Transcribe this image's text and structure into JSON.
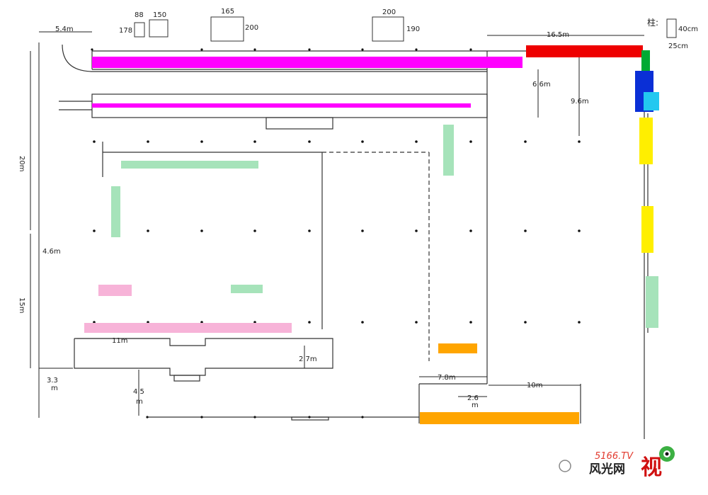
{
  "dimensions": {
    "top_left": "5.4m",
    "top_right": "16.5m",
    "right_vertical_a": "6.6m",
    "right_vertical_b": "9.6m",
    "left_vertical_top": "20m",
    "left_vertical_small": "4.6m",
    "left_vertical_bottom": "15m",
    "bottom_left_horizontal": "3.3",
    "bottom_left_horizontal_unit": "m",
    "inner_block_width": "11m",
    "inner_block_height": "2.7m",
    "bottom_gap": "4.5",
    "bottom_gap_unit": "m",
    "bottom_mid_a": "7.8m",
    "bottom_mid_b": "2.6",
    "bottom_mid_b_unit": "m",
    "bottom_right": "10m"
  },
  "fixtures": {
    "a_width": "178",
    "b_width": "88",
    "c_width": "150",
    "d_width": "165",
    "d_height": "200",
    "e_width": "200",
    "e_height": "190"
  },
  "column_legend": {
    "label": "柱:",
    "width": "25cm",
    "height": "40cm"
  },
  "colors": {
    "magenta": "#ff00ff",
    "red": "#ee0000",
    "green_dark": "#00aa33",
    "blue": "#0a2fd6",
    "cyan": "#22c8f0",
    "yellow": "#ffef00",
    "mint": "#a6e3ba",
    "pink": "#f7b3d8",
    "orange": "#ffa500",
    "line": "#333333"
  },
  "watermark": {
    "logo_text": "5166.TV",
    "brand_text": "风光网",
    "brand_char": "视"
  }
}
